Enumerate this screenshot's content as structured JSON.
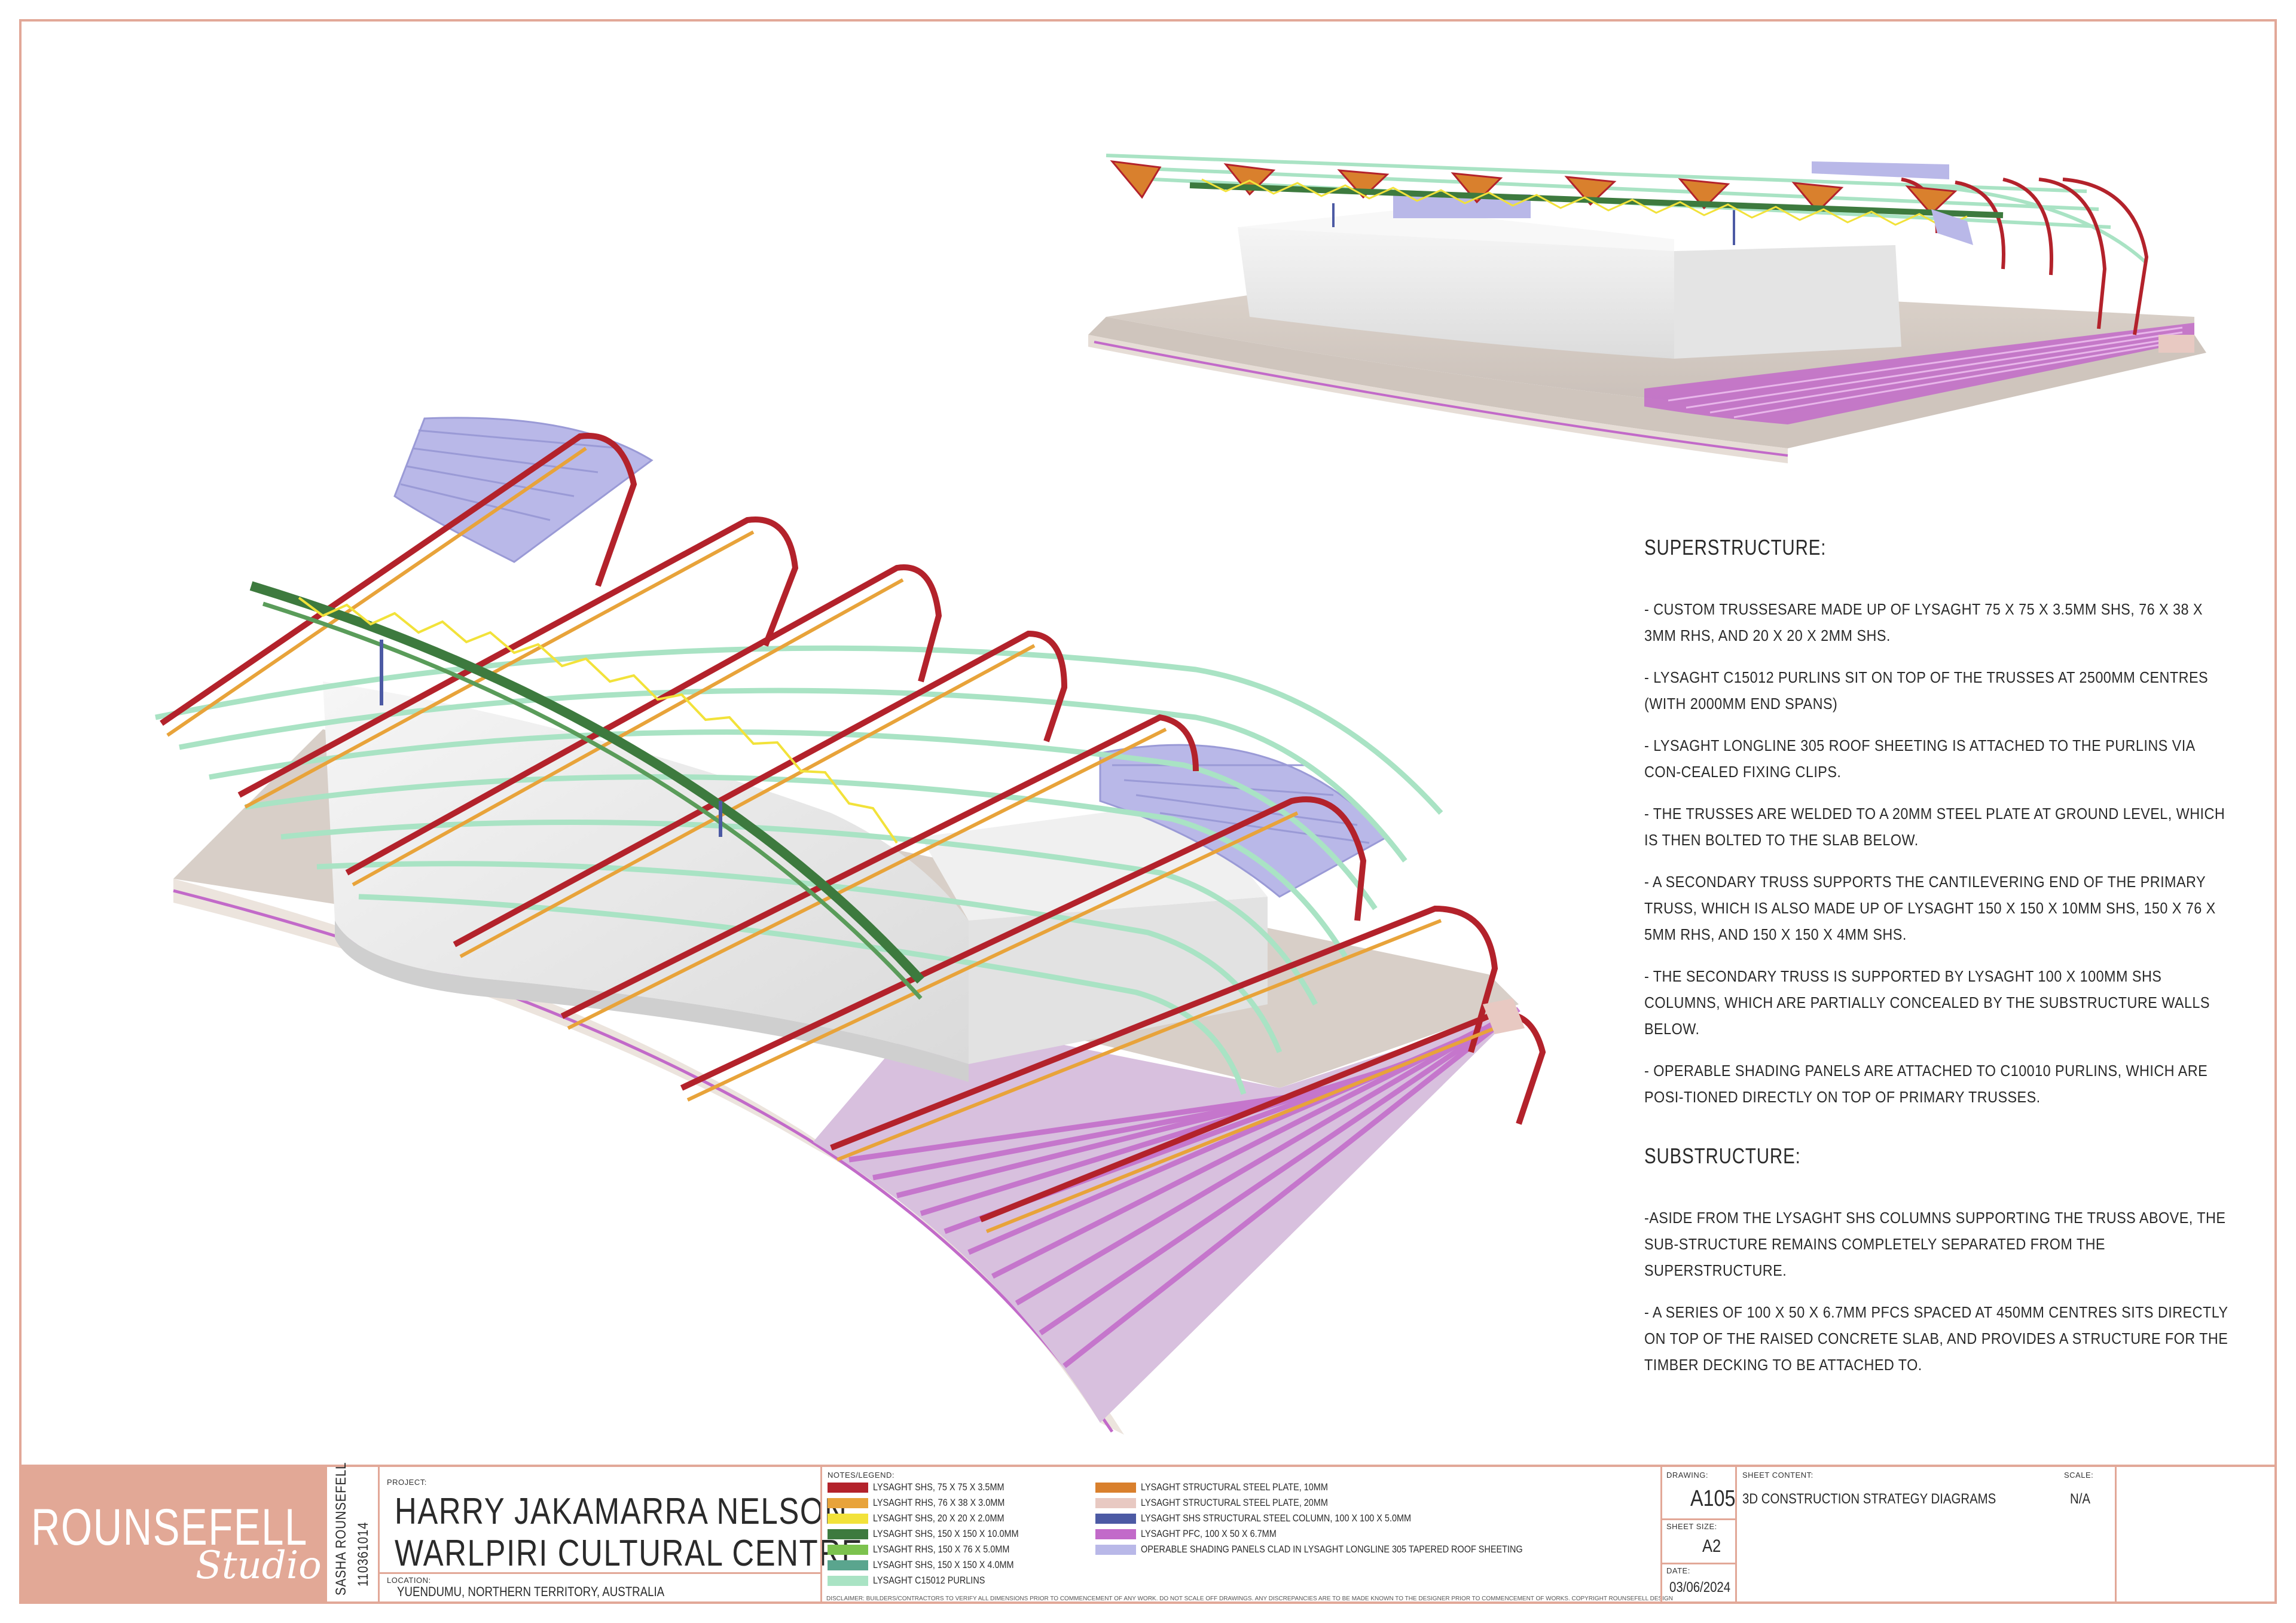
{
  "notes": {
    "superstructure_heading": "SUPERSTRUCTURE:",
    "superstructure_items": [
      "- CUSTOM TRUSSESARE MADE UP OF LYSAGHT 75 X 75 X 3.5MM SHS, 76 X 38 X 3MM RHS, AND 20 X 20 X 2MM SHS.",
      "- LYSAGHT C15012 PURLINS SIT ON TOP OF THE TRUSSES AT 2500MM CENTRES (WITH 2000MM END SPANS)",
      "- LYSAGHT LONGLINE 305 ROOF SHEETING IS ATTACHED TO THE PURLINS VIA CON-CEALED FIXING CLIPS.",
      "- THE TRUSSES ARE WELDED TO A 20MM STEEL PLATE AT GROUND LEVEL, WHICH IS THEN BOLTED TO THE SLAB BELOW.",
      "- A SECONDARY TRUSS SUPPORTS THE CANTILEVERING END OF THE PRIMARY TRUSS, WHICH IS ALSO MADE UP OF LYSAGHT 150 X 150 X 10MM SHS, 150 X 76 X 5MM RHS, AND 150 X 150 X 4MM SHS.",
      "- THE SECONDARY TRUSS IS SUPPORTED BY LYSAGHT 100 X 100MM SHS COLUMNS, WHICH ARE PARTIALLY CONCEALED BY THE SUBSTRUCTURE WALLS BELOW.",
      "- OPERABLE SHADING PANELS ARE ATTACHED TO C10010 PURLINS, WHICH ARE POSI-TIONED DIRECTLY ON TOP OF PRIMARY TRUSSES."
    ],
    "substructure_heading": "SUBSTRUCTURE:",
    "substructure_items": [
      "-ASIDE FROM THE LYSAGHT SHS COLUMNS SUPPORTING THE TRUSS ABOVE, THE SUB-STRUCTURE REMAINS COMPLETELY SEPARATED FROM THE SUPERSTRUCTURE.",
      "- A SERIES OF 100 X 50 X 6.7MM PFCS SPACED AT 450MM CENTRES SITS DIRECTLY ON TOP OF THE RAISED CONCRETE SLAB, AND PROVIDES A STRUCTURE FOR THE TIMBER DECKING TO BE ATTACHED TO."
    ]
  },
  "titleblock": {
    "logo_main": "ROUNSEFELL",
    "logo_script": "Studio",
    "author_name": "SASHA ROUNSEFELL",
    "author_id": "110361014",
    "project_label": "PROJECT:",
    "project_line1": "HARRY JAKAMARRA NELSON",
    "project_line2": "WARLPIRI CULTURAL CENTRE",
    "location_label": "LOCATION:",
    "location": "YUENDUMU, NORTHERN TERRITORY, AUSTRALIA",
    "legend_label": "NOTES/LEGEND:",
    "legend_left": [
      {
        "label": "LYSAGHT SHS, 75 X 75 X 3.5MM",
        "color": "#b3222b"
      },
      {
        "label": "LYSAGHT RHS, 76 X 38 X 3.0MM",
        "color": "#e8a33a"
      },
      {
        "label": "LYSAGHT SHS, 20 X 20 X 2.0MM",
        "color": "#f2e23a"
      },
      {
        "label": "LYSAGHT SHS, 150 X 150 X 10.0MM",
        "color": "#3d7a3e"
      },
      {
        "label": "LYSAGHT RHS, 150 X 76 X 5.0MM",
        "color": "#7cc24e"
      },
      {
        "label": "LYSAGHT SHS, 150 X 150 X 4.0MM",
        "color": "#5aa58e"
      },
      {
        "label": "LYSAGHT C15012 PURLINS",
        "color": "#a9e3c4"
      }
    ],
    "legend_right": [
      {
        "label": "LYSAGHT STRUCTURAL STEEL PLATE, 10MM",
        "color": "#d9802d"
      },
      {
        "label": "LYSAGHT STRUCTURAL STEEL PLATE, 20MM",
        "color": "#e8c9c2"
      },
      {
        "label": "LYSAGHT SHS STRUCTURAL STEEL COLUMN, 100 X 100 X 5.0MM",
        "color": "#4c5aa4"
      },
      {
        "label": "LYSAGHT PFC, 100 X 50 X 6.7MM",
        "color": "#c26ac9"
      },
      {
        "label": "OPERABLE SHADING PANELS CLAD IN LYSAGHT LONGLINE 305 TAPERED ROOF SHEETING",
        "color": "#b9b8e8"
      }
    ],
    "disclaimer": "DISCLAIMER: BUILDERS/CONTRACTORS TO VERIFY ALL DIMENSIONS PRIOR TO COMMENCEMENT OF ANY WORK. DO NOT SCALE OFF DRAWINGS. ANY DISCREPANCIES ARE TO BE MADE KNOWN TO THE DESIGNER PRIOR TO COMMENCEMENT OF WORKS. COPYRIGHT ROUNSEFELL DESIGN",
    "drawing_label": "DRAWING:",
    "drawing": "A105",
    "sheet_size_label": "SHEET SIZE:",
    "sheet_size": "A2",
    "date_label": "DATE:",
    "date": "03/06/2024",
    "sheet_content_label": "SHEET CONTENT:",
    "sheet_content": "3D CONSTRUCTION STRATEGY DIAGRAMS",
    "scale_label": "SCALE:",
    "scale": "N/A"
  },
  "colors": {
    "accent": "#e2a898",
    "truss_red": "#b3222b",
    "truss_orange": "#e8a33a",
    "web_yellow": "#f2e23a",
    "secondary_green": "#3d7a3e",
    "purlin_mint": "#a9e3c4",
    "pfc_purple": "#c26ac9",
    "shading_lavender": "#b9b8e8",
    "slab_beige": "#d8cfc8",
    "wall_white": "#eeeeee"
  }
}
